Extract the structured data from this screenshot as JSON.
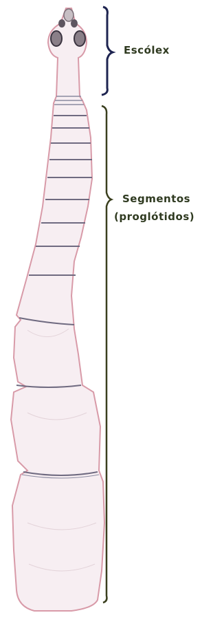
{
  "labels": {
    "scolex": "Escólex",
    "segments_line1": "Segmentos",
    "segments_line2": "(proglótidos)"
  },
  "colors": {
    "background": "#ffffff",
    "body_fill": "#f7eef2",
    "body_outline": "#d89aa8",
    "segment_line": "#6f6a80",
    "scolex_bracket": "#1e2450",
    "segments_bracket": "#3a3f1e",
    "label_text": "#2f3a20"
  }
}
